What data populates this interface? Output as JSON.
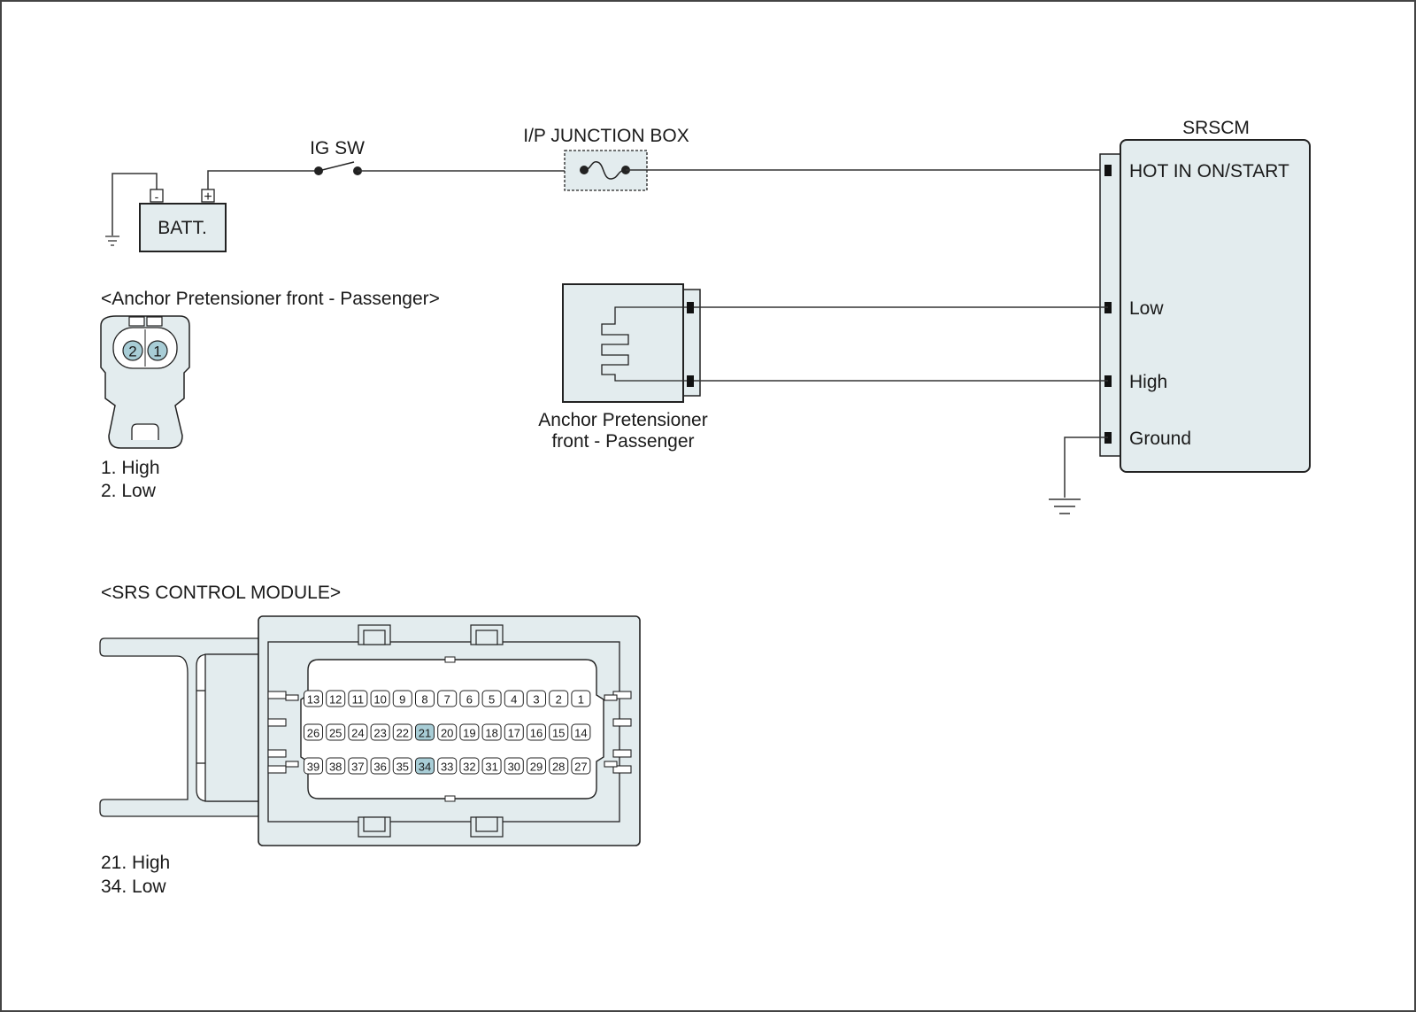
{
  "colors": {
    "component_fill": "#e3ecee",
    "pin_highlight": "#a8cdd6",
    "line": "#222222"
  },
  "battery": {
    "label": "BATT.",
    "minus": "-",
    "plus": "+"
  },
  "ig_switch": {
    "label": "IG SW"
  },
  "junction_box": {
    "label": "I/P JUNCTION BOX"
  },
  "srscm": {
    "title": "SRSCM",
    "pins": [
      "HOT IN ON/START",
      "Low",
      "High",
      "Ground"
    ]
  },
  "pretensioner": {
    "label_line1": "Anchor Pretensioner",
    "label_line2": "front - Passenger"
  },
  "connector_view": {
    "title": "<Anchor Pretensioner front - Passenger>",
    "pins": [
      "2",
      "1"
    ],
    "highlighted": [
      "2",
      "1"
    ],
    "legend": [
      "1. High",
      "2. Low"
    ]
  },
  "control_module": {
    "title": "<SRS CONTROL MODULE>",
    "rows": [
      [
        "13",
        "12",
        "11",
        "10",
        "9",
        "8",
        "7",
        "6",
        "5",
        "4",
        "3",
        "2",
        "1"
      ],
      [
        "26",
        "25",
        "24",
        "23",
        "22",
        "21",
        "20",
        "19",
        "18",
        "17",
        "16",
        "15",
        "14"
      ],
      [
        "39",
        "38",
        "37",
        "36",
        "35",
        "34",
        "33",
        "32",
        "31",
        "30",
        "29",
        "28",
        "27"
      ]
    ],
    "highlighted": [
      "21",
      "34"
    ],
    "legend": [
      "21. High",
      "34. Low"
    ]
  }
}
